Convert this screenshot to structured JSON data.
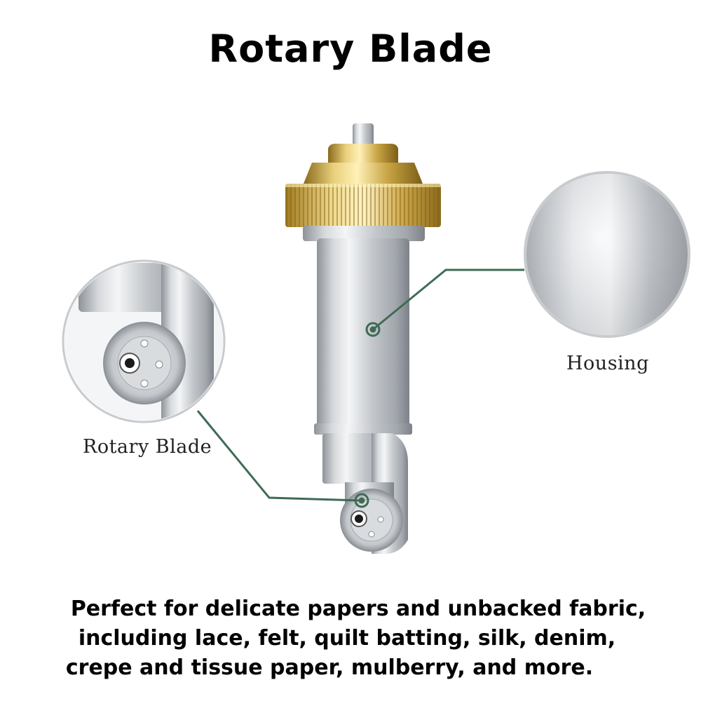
{
  "title": "Rotary Blade",
  "callouts": {
    "housing": "Housing",
    "rotary_blade": "Rotary Blade"
  },
  "description": {
    "line1": "Perfect for delicate papers and unbacked fabric,",
    "line2": "including lace,  felt, quilt batting, silk, denim,",
    "line3": "crepe and tissue paper, mulberry, and more."
  },
  "colors": {
    "leader_line": "#3e6b55",
    "brass": "#c9a646",
    "steel": "#b8bcc2"
  }
}
